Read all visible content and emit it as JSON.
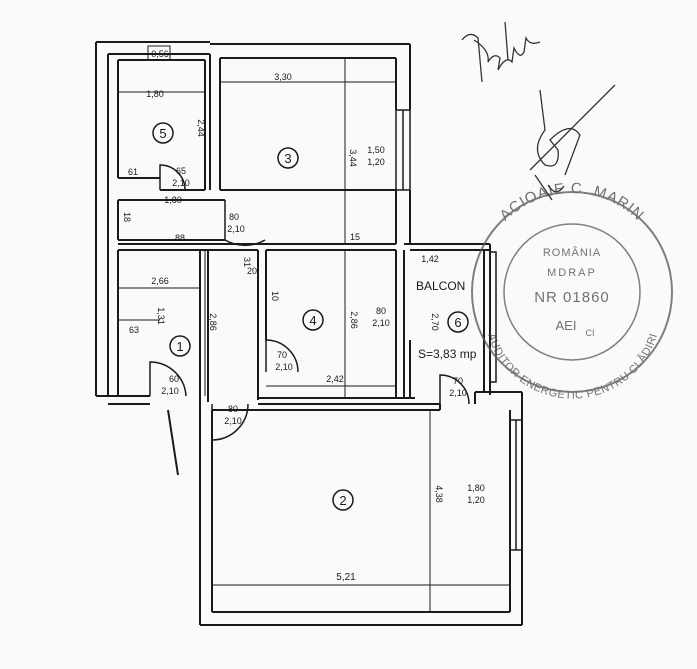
{
  "rooms": [
    {
      "number": "1"
    },
    {
      "number": "2"
    },
    {
      "number": "3"
    },
    {
      "number": "4"
    },
    {
      "number": "5"
    },
    {
      "number": "6"
    }
  ],
  "dimensions": {
    "r5_width": "1,80",
    "r5_height": "2,44",
    "r5_top": "0,56",
    "r5_door_w": "65",
    "r5_door_h": "2,10",
    "r5_left": "61",
    "hall_width": "1,80",
    "hall_depth": "18",
    "hall_door_w": "80",
    "hall_door_h": "2,10",
    "r3_width": "3,30",
    "r3_height": "3,44",
    "r3_win_w": "1,50",
    "r3_win_h": "1,20",
    "r3_wall": "15",
    "wall_88": "88",
    "r1_width": "2,66",
    "r1_height": "2,86",
    "r1_left": "1,31",
    "r1_63": "63",
    "r1_door_w": "60",
    "r1_door_h": "2,10",
    "r4_left_a": "31",
    "r4_left_b": "20",
    "r4_10": "10",
    "r4_height": "2,86",
    "r4_door_w": "70",
    "r4_door_h": "2,10",
    "r4_door2_w": "80",
    "r4_door2_h": "2,10",
    "r4_width": "2,42",
    "balc_width": "1,42",
    "balc_height": "2,70",
    "balc_door_w": "70",
    "balc_door_h": "2,10",
    "r2_door_w": "80",
    "r2_door_h": "2,10",
    "r2_height": "4,38",
    "r2_win_w": "1,80",
    "r2_win_h": "1,20",
    "r2_width": "5,21"
  },
  "labels": {
    "balcon": "BALCON",
    "area": "S=3,83 mp"
  },
  "stamp": {
    "name": "ACIOAIE C. MARIN",
    "country": "ROMÂNIA",
    "org": "MDRAP",
    "number": "NR 01860",
    "role": "AUDITOR ENERGETIC PENTRU CLĂDIRI",
    "grade": "AEI",
    "grade_sub": "CI"
  },
  "signature_text": "Tuhuiati"
}
